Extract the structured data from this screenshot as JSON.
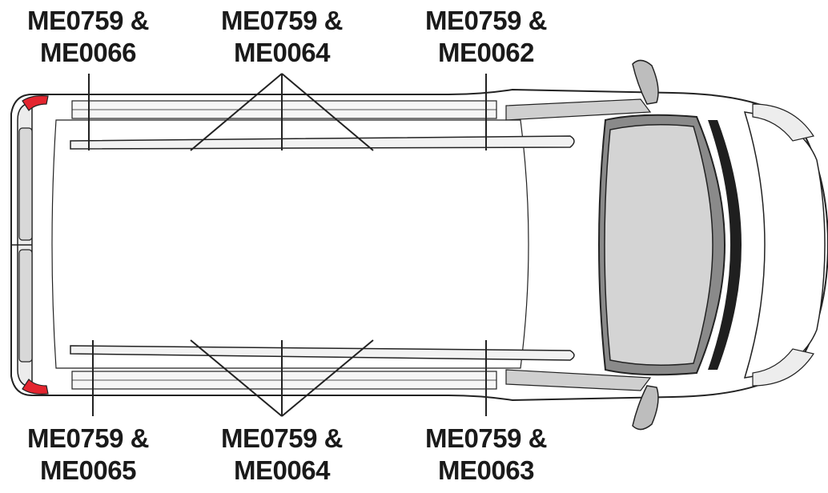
{
  "labels": {
    "top_left": {
      "line1": "ME0759 &",
      "line2": "ME0066"
    },
    "top_center": {
      "line1": "ME0759 &",
      "line2": "ME0064"
    },
    "top_right": {
      "line1": "ME0759 &",
      "line2": "ME0062"
    },
    "bottom_left": {
      "line1": "ME0759 &",
      "line2": "ME0065"
    },
    "bottom_center": {
      "line1": "ME0759 &",
      "line2": "ME0064"
    },
    "bottom_right": {
      "line1": "ME0759 &",
      "line2": "ME0063"
    }
  },
  "colors": {
    "outline": "#222222",
    "windscreen": "#d4d4d4",
    "lamp_red": "#e4252f",
    "glass_grey": "#cfcfcf",
    "pillar_dark": "#1f1f1f",
    "rail_fill": "#f2f2f2"
  }
}
